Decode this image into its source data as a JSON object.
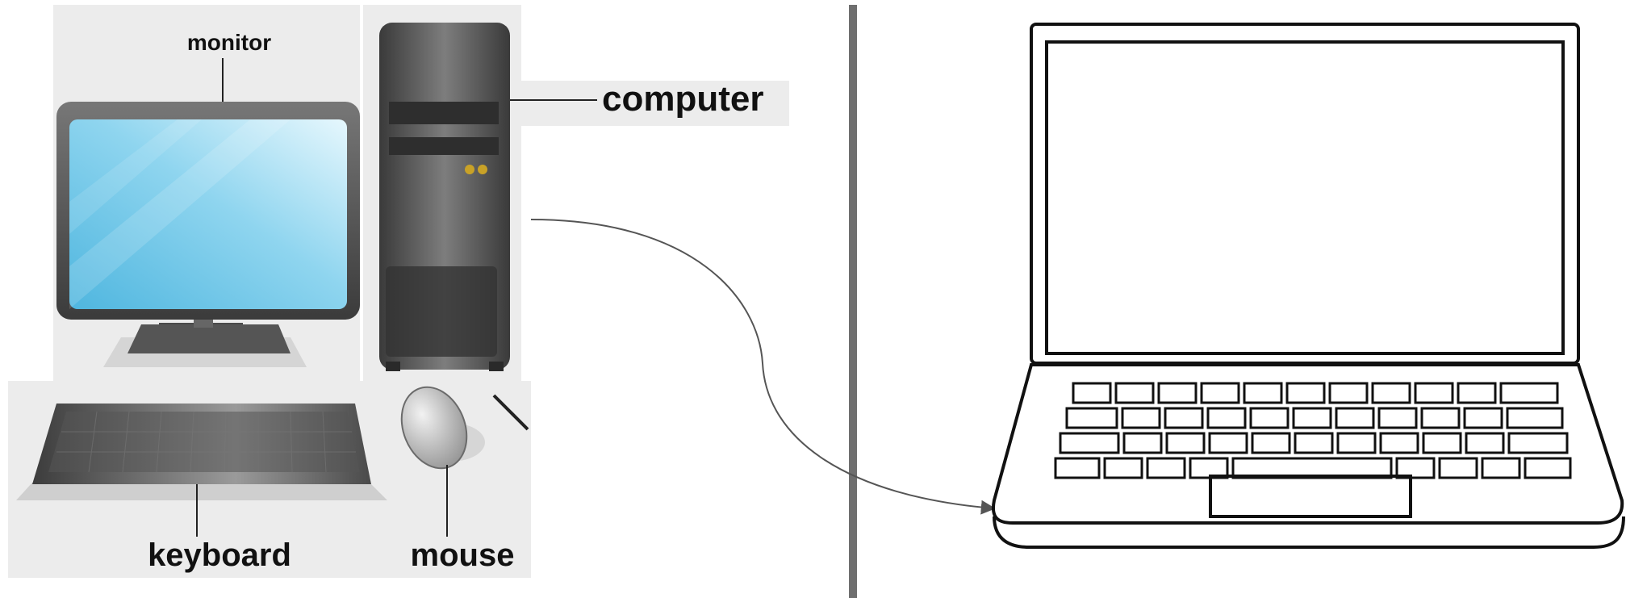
{
  "labels": {
    "monitor": "monitor",
    "computer": "computer",
    "keyboard": "keyboard",
    "mouse": "mouse"
  },
  "colors": {
    "divider": "#6f6f6f",
    "screen_light": "#d6f1fb",
    "screen_dark": "#66c2e6",
    "case_dark": "#3f3f3f",
    "case_light": "#8a8a8a",
    "panel_bg": "#ececec",
    "connector": "#555555"
  },
  "icons": {
    "desktop_set": "desktop-computer-icon",
    "laptop": "laptop-icon",
    "arrow": "curved-arrow-icon"
  }
}
